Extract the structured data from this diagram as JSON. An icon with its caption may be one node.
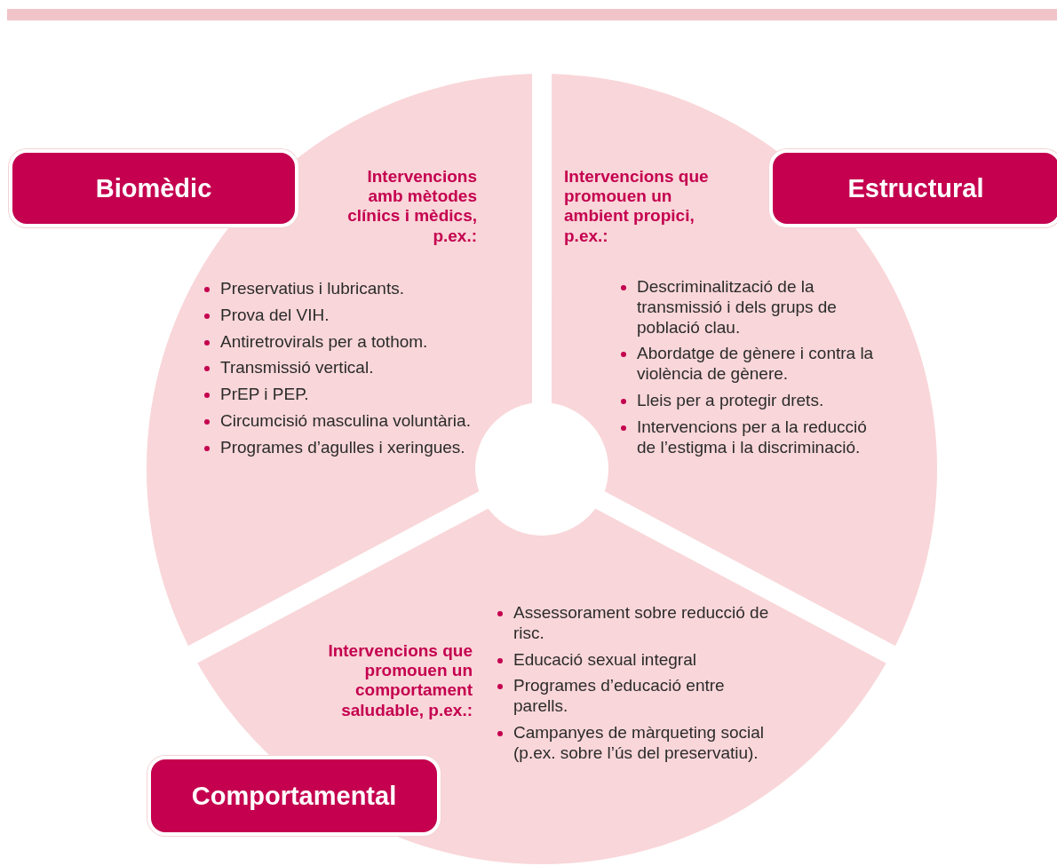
{
  "diagram": {
    "nodes": [
      {
        "text": [
          "Biomèdic"
        ]
      },
      {
        "text": [
          "Intervencions amb mètodes clínics i mèdics, p.ex.:",
          "Preservatius i lubricants.",
          "Prova del VIH.",
          "Antiretrovirals per a tothom.",
          "Transmissió vertical.",
          "PrEP i PEP.",
          "Circumcisió masculina voluntària.",
          "Programes d’agulles i xeringues."
        ]
      },
      {
        "text": [
          "Intervencions que promouen un ambient propici, p.ex.:",
          "Descriminalització de la transmissió i dels grups de població clau.",
          "Abordatge de gènere i contra la violència de gènere.",
          "Lleis per a protegir drets.",
          "Intervencions per a la reducció de l’estigma i la discriminació."
        ]
      },
      {
        "text": [
          "Estructural"
        ]
      },
      {
        "text": [
          "Intervencions que promouen un comportament saludable, p.ex.:",
          "Assessorament sobre reducció de risc.",
          "Educació sexual integral",
          "Programes d’educació entre parells.",
          "Campanyes de màrqueting social (p.ex. sobre l’ús del preservatiu)."
        ]
      },
      {
        "text": [
          "Comportamental"
        ]
      }
    ]
  }
}
